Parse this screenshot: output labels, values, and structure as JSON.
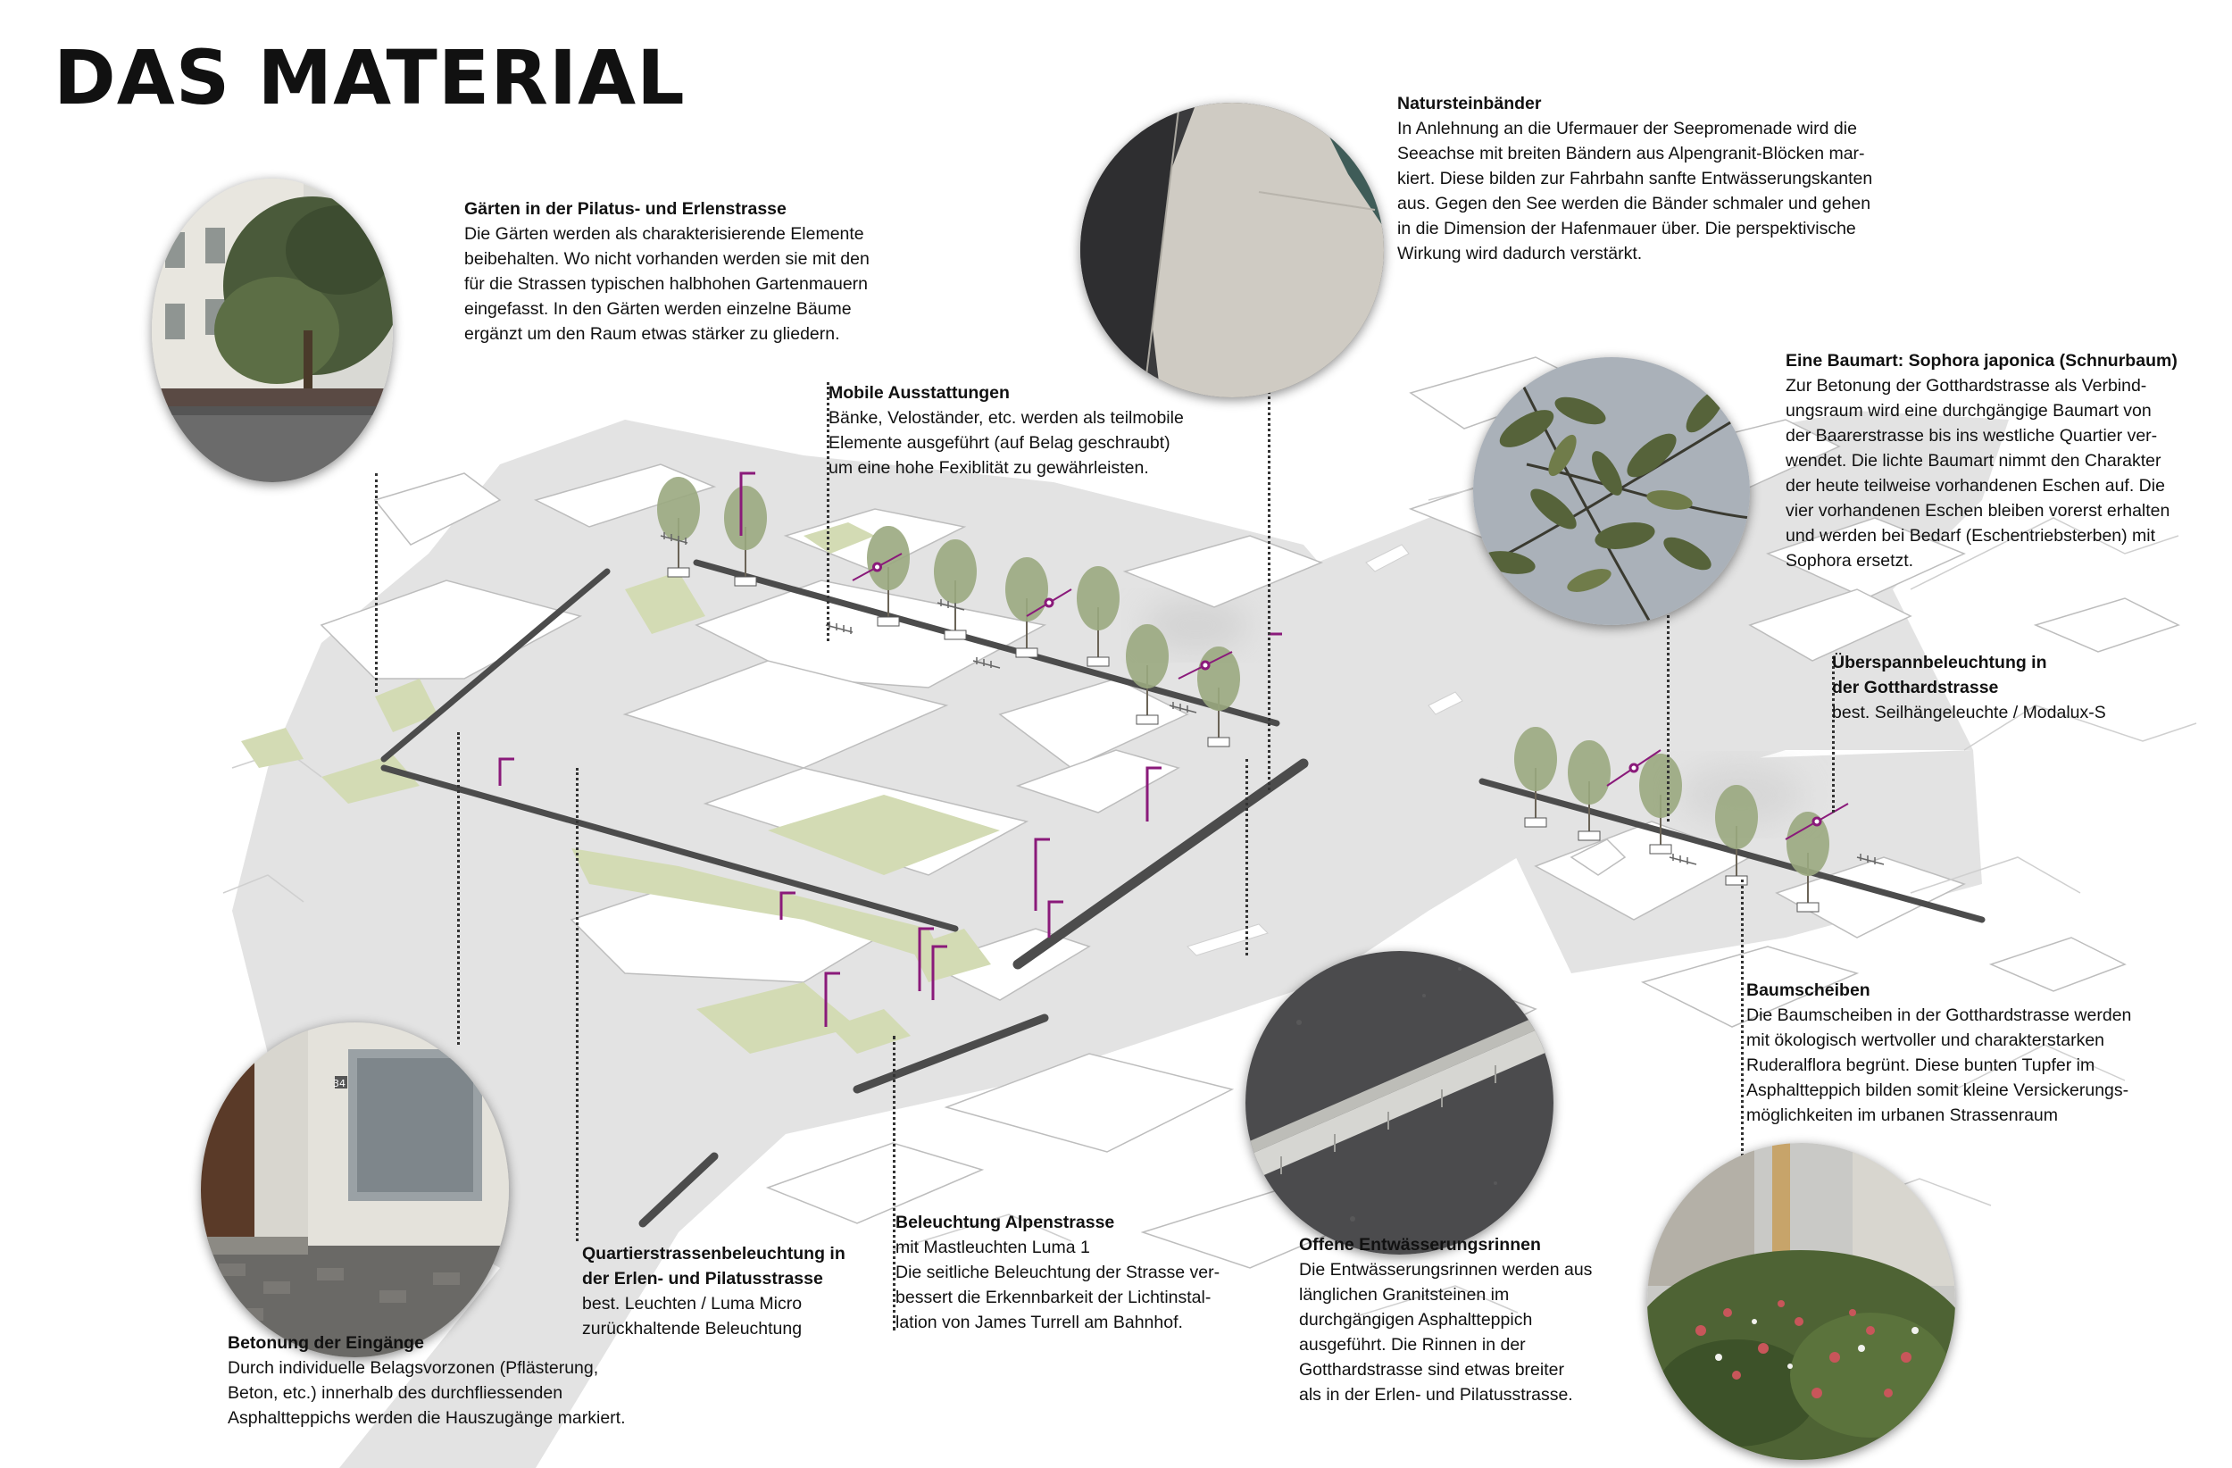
{
  "title": "DAS MATERIAL",
  "annotations": {
    "gaerten": {
      "heading": "Gärten in der Pilatus- und Erlenstrasse",
      "body": "Die Gärten werden als charakterisierende Elemente\nbeibehalten. Wo nicht vorhanden werden sie mit den\nfür die Strassen typischen halbhohen Gartenmauern\neingefasst. In den Gärten werden einzelne Bäume\nergänzt um den Raum etwas stärker zu gliedern."
    },
    "natursteinbaender": {
      "heading": "Natursteinbänder",
      "body": "In Anlehnung an die Ufermauer der Seepromenade wird die\nSeeachse mit breiten Bändern aus Alpengranit-Blöcken mar-\nkiert. Diese bilden zur Fahrbahn sanfte Entwässerungskanten\naus. Gegen den See werden die Bänder schmaler und gehen\nin die Dimension der Hafenmauer über. Die perspektivische\nWirkung wird dadurch verstärkt."
    },
    "mobile": {
      "heading": "Mobile Ausstattungen",
      "body": "Bänke, Veloständer, etc. werden als teilmobile\nElemente ausgeführt (auf Belag geschraubt)\num eine hohe Fexiblität zu gewährleisten."
    },
    "baumart": {
      "heading": "Eine Baumart: Sophora japonica (Schnurbaum)",
      "body": "Zur Betonung der Gotthardstrasse als Verbind-\nungsraum wird eine durchgängige Baumart von\nder Baarerstrasse bis ins westliche Quartier ver-\nwendet. Die lichte Baumart nimmt den Charakter\nder heute teilweise vorhandenen Eschen auf. Die\nvier vorhandenen Eschen bleiben vorerst erhalten\nund werden bei Bedarf (Eschentriebsterben) mit\nSophora ersetzt."
    },
    "ueberspann": {
      "heading": "Überspannbeleuchtung in\nder Gotthardstrasse",
      "body": "best. Seilhängeleuchte / Modalux-S"
    },
    "baumscheiben": {
      "heading": "Baumscheiben",
      "body": "Die Baumscheiben in der Gotthardstrasse werden\nmit ökologisch wertvoller und charakterstarken\nRuderalflora begrünt. Diese bunten Tupfer im\nAsphaltteppich bilden somit kleine Versickerungs-\nmöglichkeiten im urbanen Strassenraum"
    },
    "quartier": {
      "heading": "Quartierstrassenbeleuchtung in\nder Erlen- und Pilatusstrasse",
      "body": "best. Leuchten / Luma Micro\nzurückhaltende Beleuchtung"
    },
    "alpenstrasse": {
      "heading": "Beleuchtung Alpenstrasse",
      "body": "mit Mastleuchten Luma 1\nDie seitliche Beleuchtung der Strasse ver-\nbessert die Erkennbarkeit der Lichtinstal-\nlation von James Turrell am Bahnhof."
    },
    "rinnen": {
      "heading": "Offene Entwässerungsrinnen",
      "body": "Die Entwässerungsrinnen werden aus\nlänglichen Granitsteinen im\ndurchgängigen Asphaltteppich\nausgeführt. Die Rinnen in der\nGotthardstrasse sind etwas breiter\nals in der Erlen- und Pilatusstrasse."
    },
    "eingaenge": {
      "heading": "Betonung der Eingänge",
      "body": "Durch individuelle Belagsvorzonen (Pflästerung,\nBeton, etc.) innerhalb des durchfliessenden\nAsphaltteppichs werden die Hauszugänge markiert."
    }
  },
  "photo_number": "34",
  "colors": {
    "street": "#e3e3e3",
    "building": "#ffffff",
    "garden": "#d3dbb4",
    "granite": "#4c4c4c",
    "lamp": "#8a1a7a",
    "tree": "#9aa97f",
    "leader": "#333333"
  }
}
